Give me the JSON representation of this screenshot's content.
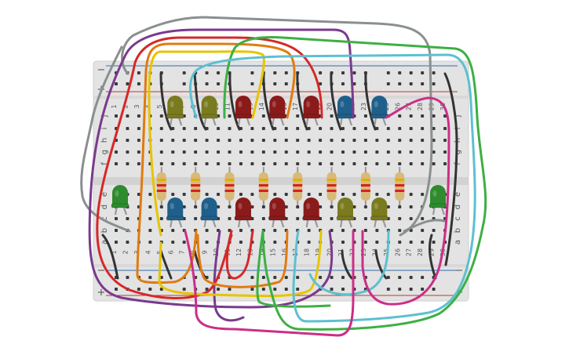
{
  "breadboard": {
    "colors": {
      "board": "#e3e3e3",
      "board_edge": "#cfcfcf",
      "channel": "#d2d2d2",
      "hole": "#3a3a3a",
      "rail_red": "#c0392b",
      "rail_blue": "#2f6db0",
      "text": "#666666"
    },
    "rail_symbols": {
      "minus": "−",
      "plus": "+"
    },
    "row_letters_top": [
      "j",
      "i",
      "h",
      "g",
      "f"
    ],
    "row_letters_bottom": [
      "e",
      "d",
      "c",
      "b",
      "a"
    ],
    "column_numbers": [
      "1",
      "2",
      "3",
      "4",
      "5",
      "6",
      "7",
      "8",
      "9",
      "10",
      "11",
      "12",
      "13",
      "14",
      "15",
      "16",
      "17",
      "18",
      "19",
      "20",
      "21",
      "22",
      "23",
      "24",
      "25",
      "26",
      "27",
      "28",
      "29",
      "30"
    ]
  },
  "components": {
    "leds_top": [
      {
        "color": "#7a7a1e",
        "name": "olive"
      },
      {
        "color": "#7a7a1e",
        "name": "olive"
      },
      {
        "color": "#8b1a1a",
        "name": "red"
      },
      {
        "color": "#8b1a1a",
        "name": "red"
      },
      {
        "color": "#8b1a1a",
        "name": "red"
      },
      {
        "color": "#1f5f8b",
        "name": "blue"
      },
      {
        "color": "#1f5f8b",
        "name": "blue"
      }
    ],
    "leds_bottom": [
      {
        "color": "#1f5f8b",
        "name": "blue"
      },
      {
        "color": "#1f5f8b",
        "name": "blue"
      },
      {
        "color": "#8b1a1a",
        "name": "red"
      },
      {
        "color": "#8b1a1a",
        "name": "red"
      },
      {
        "color": "#8b1a1a",
        "name": "red"
      },
      {
        "color": "#7a7a1e",
        "name": "olive"
      },
      {
        "color": "#7a7a1e",
        "name": "olive"
      }
    ],
    "leds_side": [
      {
        "color": "#2e8b2e",
        "name": "green-left"
      },
      {
        "color": "#2e8b2e",
        "name": "green-right"
      }
    ],
    "resistor_count": 8,
    "resistor_colors": {
      "body": "#d9b97a",
      "band1": "#e0b000",
      "band2": "#d62020",
      "band3": "#d62020"
    }
  },
  "wires": {
    "colors": [
      "#8a8f8f",
      "#7a3a8c",
      "#d62828",
      "#e07b10",
      "#e6c400",
      "#3cb043",
      "#5cc0d0",
      "#cc2e88",
      "#333333"
    ]
  }
}
